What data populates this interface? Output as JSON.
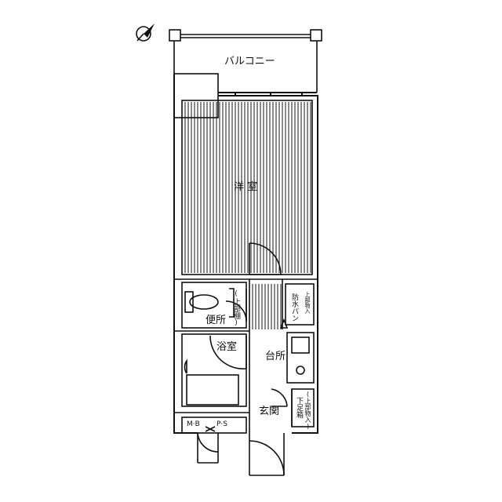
{
  "rooms": {
    "balcony": "バルコニー",
    "western_room": "洋 室",
    "toilet": "便所",
    "bathroom": "浴室",
    "kitchen": "台所",
    "entrance": "玄関"
  },
  "notes": {
    "toilet_upper_shelf": "(上部棚)",
    "waterproof_pan": "防水パン",
    "upper_storage": "上部物入",
    "shoe_cabinet_upper": "(上部物入)",
    "shoe_cabinet": "下足箱",
    "meter_box": "M·B",
    "pipe_space": "P·S"
  },
  "icons": {
    "north": "north-arrow-icon"
  }
}
